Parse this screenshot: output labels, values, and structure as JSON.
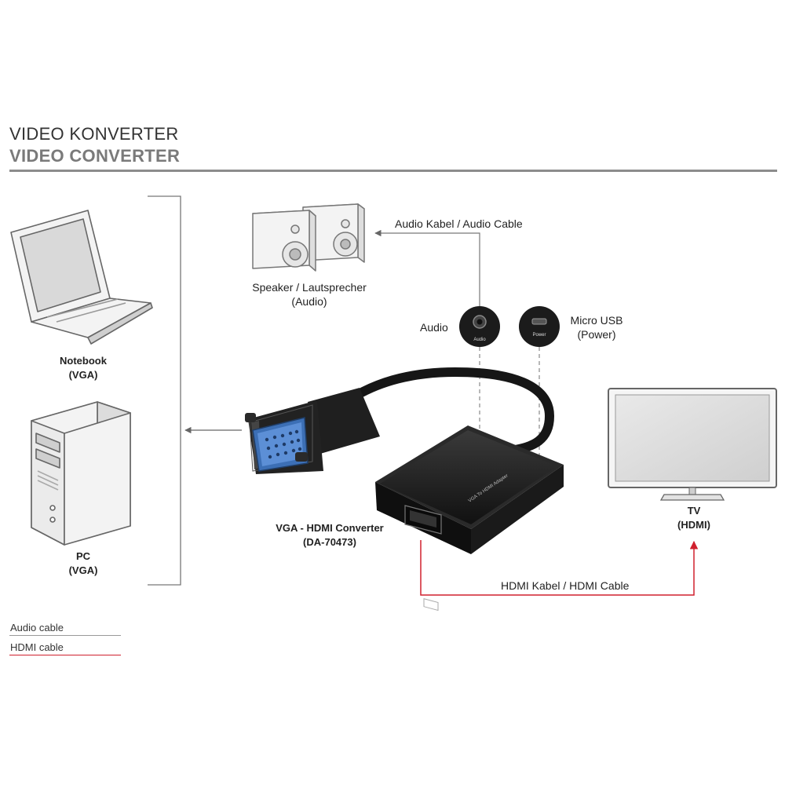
{
  "title": {
    "line1": "VIDEO KONVERTER",
    "line2": "VIDEO CONVERTER"
  },
  "devices": {
    "notebook": {
      "name": "Notebook",
      "port": "(VGA)"
    },
    "pc": {
      "name": "PC",
      "port": "(VGA)"
    },
    "speaker": {
      "name": "Speaker / Lautsprecher",
      "port": "(Audio)"
    },
    "converter": {
      "name": "VGA - HDMI Converter",
      "model": "(DA-70473)",
      "body_text": "VGA To HDMI Adapter"
    },
    "tv": {
      "name": "TV",
      "port": "(HDMI)"
    }
  },
  "ports": {
    "audio": {
      "label": "Audio",
      "jack_text": "Audio"
    },
    "power": {
      "label": "Micro USB",
      "sub": "(Power)",
      "jack_text": "Power"
    }
  },
  "cables": {
    "audio_cable": "Audio Kabel / Audio Cable",
    "hdmi_cable": "HDMI Kabel / HDMI Cable"
  },
  "legend": {
    "audio": {
      "text": "Audio cable",
      "color": "#9a9a9a"
    },
    "hdmi": {
      "text": "HDMI cable",
      "color": "#d0202e"
    }
  },
  "colors": {
    "hdmi_line": "#d0202e",
    "gray_line": "#8a8a8a",
    "device_fill": "#f4f4f4",
    "device_stroke": "#777777",
    "adapter_black": "#1b1b1b"
  }
}
